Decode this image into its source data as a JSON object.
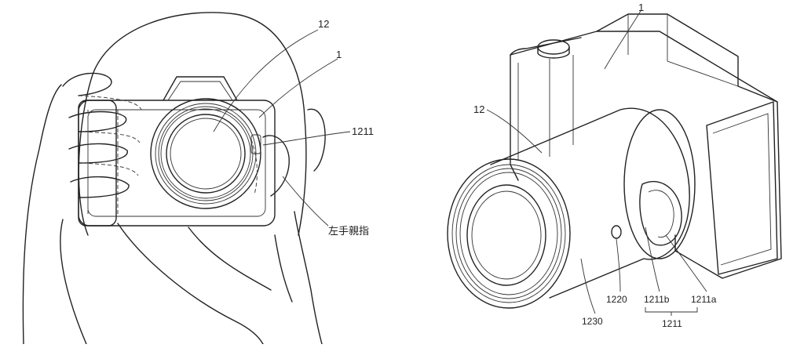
{
  "figure_left": {
    "labels": {
      "lens": "12",
      "body": "1",
      "grip": "1211",
      "thumb": "左手親指"
    }
  },
  "figure_right": {
    "labels": {
      "body": "1",
      "lens": "12",
      "hole": "1220",
      "barrel": "1230",
      "pad_b": "1211b",
      "pad_a": "1211a",
      "pad_group": "1211"
    }
  }
}
